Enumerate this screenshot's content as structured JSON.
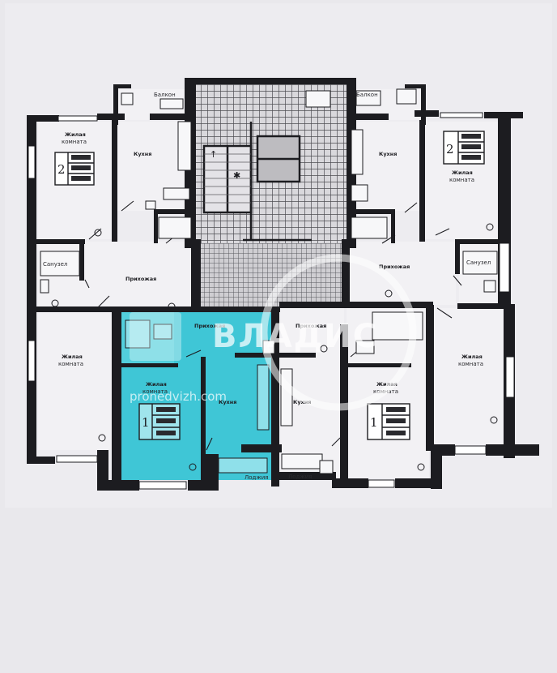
{
  "plan": {
    "watermark": {
      "brand": "ВЛАДИС",
      "site": "pronedvizh.com"
    },
    "highlight_color": "#3fc6d6",
    "wall_color": "#1c1c20",
    "tile_color": "#555558",
    "apartments": [
      {
        "id": "apt-top-left",
        "rooms": "2"
      },
      {
        "id": "apt-top-right",
        "rooms": "2"
      },
      {
        "id": "apt-bottom-highlighted",
        "rooms": "1"
      },
      {
        "id": "apt-bottom-right",
        "rooms": "1"
      }
    ],
    "labels": {
      "living": "Жилая",
      "living_sub": "комната",
      "kitchen": "Кухня",
      "hall": "Прихожая",
      "bath": "Санузел",
      "balcony": "Балкон",
      "loggia": "Лоджия"
    }
  }
}
